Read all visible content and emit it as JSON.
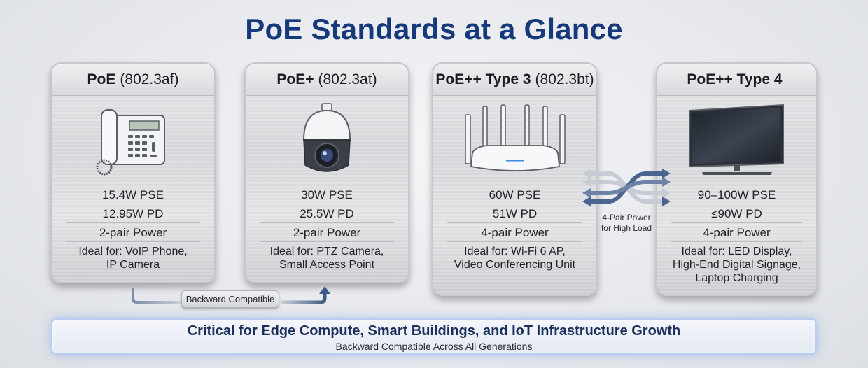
{
  "title": "PoE Standards at a Glance",
  "colors": {
    "title": "#15397a",
    "arrow": "#4a648e",
    "banner_border": "#b9cdf0"
  },
  "cards": [
    {
      "name": "PoE",
      "standard": "(802.3af)",
      "icon": "voip-phone-icon",
      "pse": "15.4W PSE",
      "pd": "12.95W PD",
      "pairs": "2-pair Power",
      "ideal_line1": "Ideal for: VoIP Phone,",
      "ideal_line2": "IP Camera"
    },
    {
      "name": "PoE+",
      "standard": "(802.3at)",
      "icon": "ptz-camera-icon",
      "pse": "30W PSE",
      "pd": "25.5W PD",
      "pairs": "2-pair Power",
      "ideal_line1": "Ideal for: PTZ Camera,",
      "ideal_line2": "Small Access Point"
    },
    {
      "name": "PoE++ Type 3",
      "standard": "(802.3bt)",
      "icon": "wifi-router-icon",
      "pse": "60W PSE",
      "pd": "51W PD",
      "pairs": "4-pair Power",
      "ideal_line1": "Ideal for: Wi-Fi 6 AP,",
      "ideal_line2": "Video Conferencing Unit"
    },
    {
      "name": "PoE++ Type 4",
      "standard": "",
      "icon": "display-monitor-icon",
      "pse": "90–100W PSE",
      "pd": "≤90W PD",
      "pairs": "4-pair Power",
      "ideal_line1": "Ideal for: LED Display,",
      "ideal_line2": "High-End Digital Signage,",
      "ideal_line3": "Laptop Charging"
    }
  ],
  "connector_4pair": {
    "line1": "4-Pair Power",
    "line2": "for High Load"
  },
  "backward_compatible_label": "Backward Compatible",
  "banner": {
    "title": "Critical for Edge Compute, Smart Buildings, and IoT Infrastructure Growth",
    "subtitle": "Backward Compatible Across All Generations"
  }
}
